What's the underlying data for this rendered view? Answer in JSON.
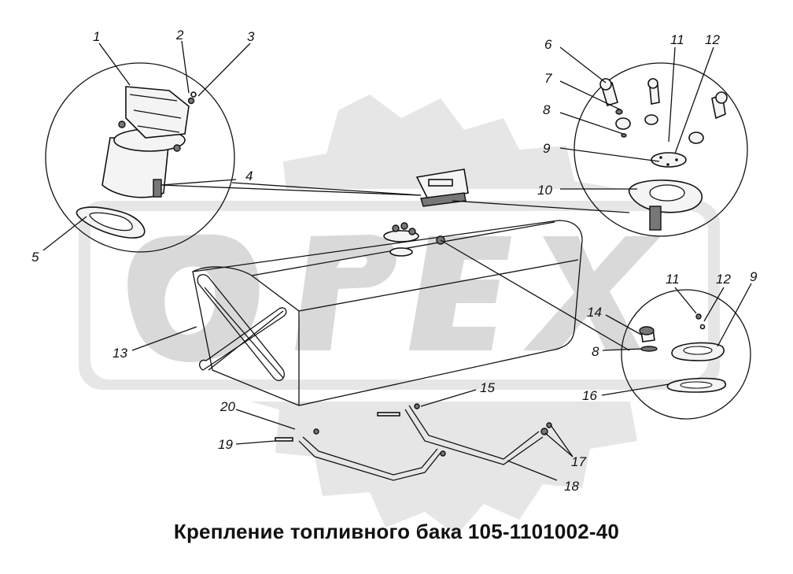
{
  "caption": "Крепление топливного бака 105-1101002-40",
  "watermark": "OPEX",
  "colors": {
    "ink": "#111111",
    "watermark": "#d9d9d9",
    "background": "#ffffff"
  },
  "callouts": {
    "c1": "1",
    "c2": "2",
    "c3": "3",
    "c4": "4",
    "c5": "5",
    "c6": "6",
    "c7": "7",
    "c8a": "8",
    "c8b": "8",
    "c9a": "9",
    "c9b": "9",
    "c10": "10",
    "c11a": "11",
    "c11b": "11",
    "c12a": "12",
    "c12b": "12",
    "c13": "13",
    "c14": "14",
    "c15": "15",
    "c16": "16",
    "c17": "17",
    "c18": "18",
    "c19": "19",
    "c20": "20"
  }
}
